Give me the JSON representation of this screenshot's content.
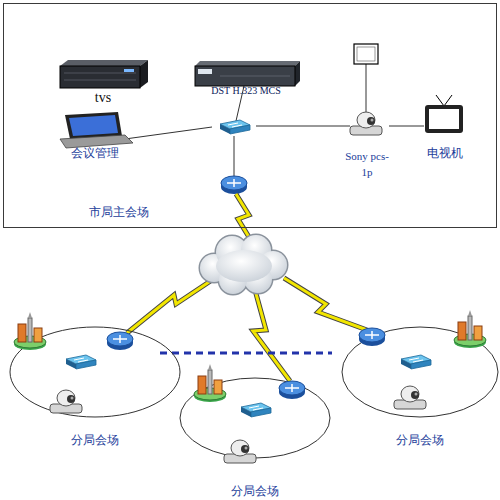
{
  "diagram": {
    "nodes": [
      {
        "text": [
          "市局主会场"
        ]
      },
      {
        "text": [
          "tvs"
        ],
        "in": 0
      },
      {
        "text": [
          "DST H.323 MCS"
        ],
        "in": 0
      },
      {
        "text": [
          "会议管理"
        ],
        "in": 0
      },
      {
        "text": [
          "Sony pcs-1p"
        ],
        "in": 0
      },
      {
        "text": [
          "电视机"
        ],
        "in": 0
      },
      {
        "text": [
          "分局会场"
        ]
      },
      {
        "text": [
          "分局会场"
        ]
      },
      {
        "text": [
          "分局会场"
        ]
      }
    ],
    "edges": [
      {
        "from": 4,
        "to": 5,
        "arrow": "none"
      }
    ]
  }
}
